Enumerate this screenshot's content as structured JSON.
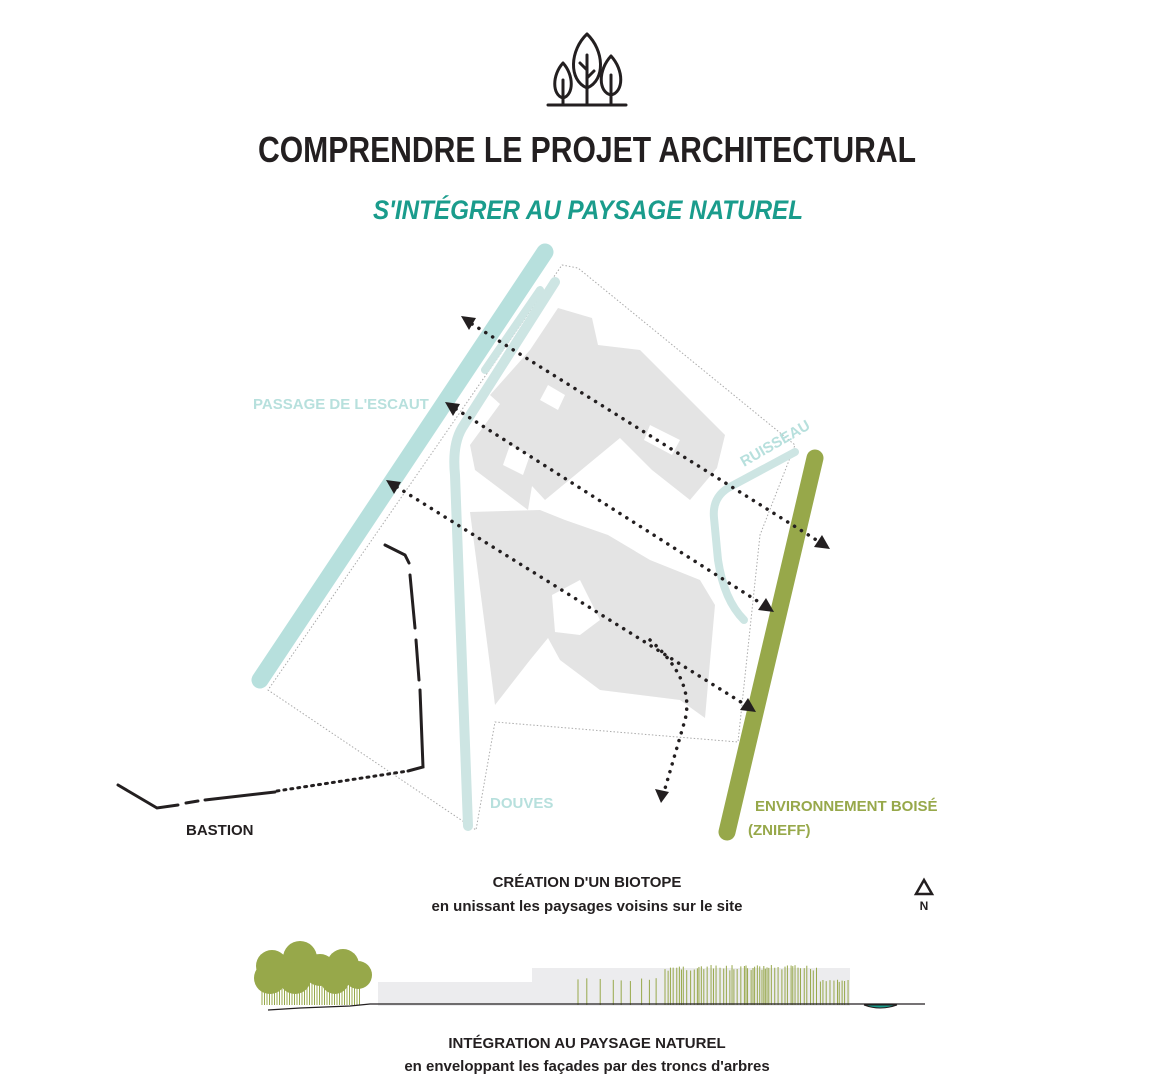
{
  "header": {
    "icon": "trees-icon",
    "title": "COMPRENDRE LE PROJET ARCHITECTURAL",
    "subtitle": "S'INTÉGRER AU PAYSAGE NATUREL"
  },
  "plan": {
    "labels": {
      "escaut": "PASSAGE DE L'ESCAUT",
      "ruisseau": "RUISSEAU",
      "douves": "DOUVES",
      "boise": "ENVIRONNEMENT BOISÉ",
      "znieff": "(ZNIEFF)",
      "bastion": "BASTION"
    },
    "caption_title": "CRÉATION D'UN BIOTOPE",
    "caption_text": "en unissant les paysages voisins sur le site",
    "north": "N"
  },
  "section": {
    "caption_title": "INTÉGRATION AU PAYSAGE NATUREL",
    "caption_text": "en enveloppant les façades par des troncs d'arbres"
  },
  "colors": {
    "accent_teal": "#1a9c8c",
    "water": "#b7e0dd",
    "moat": "#cde5e3",
    "forest": "#97a84a",
    "building": "#e4e4e4",
    "text": "#231f20"
  }
}
